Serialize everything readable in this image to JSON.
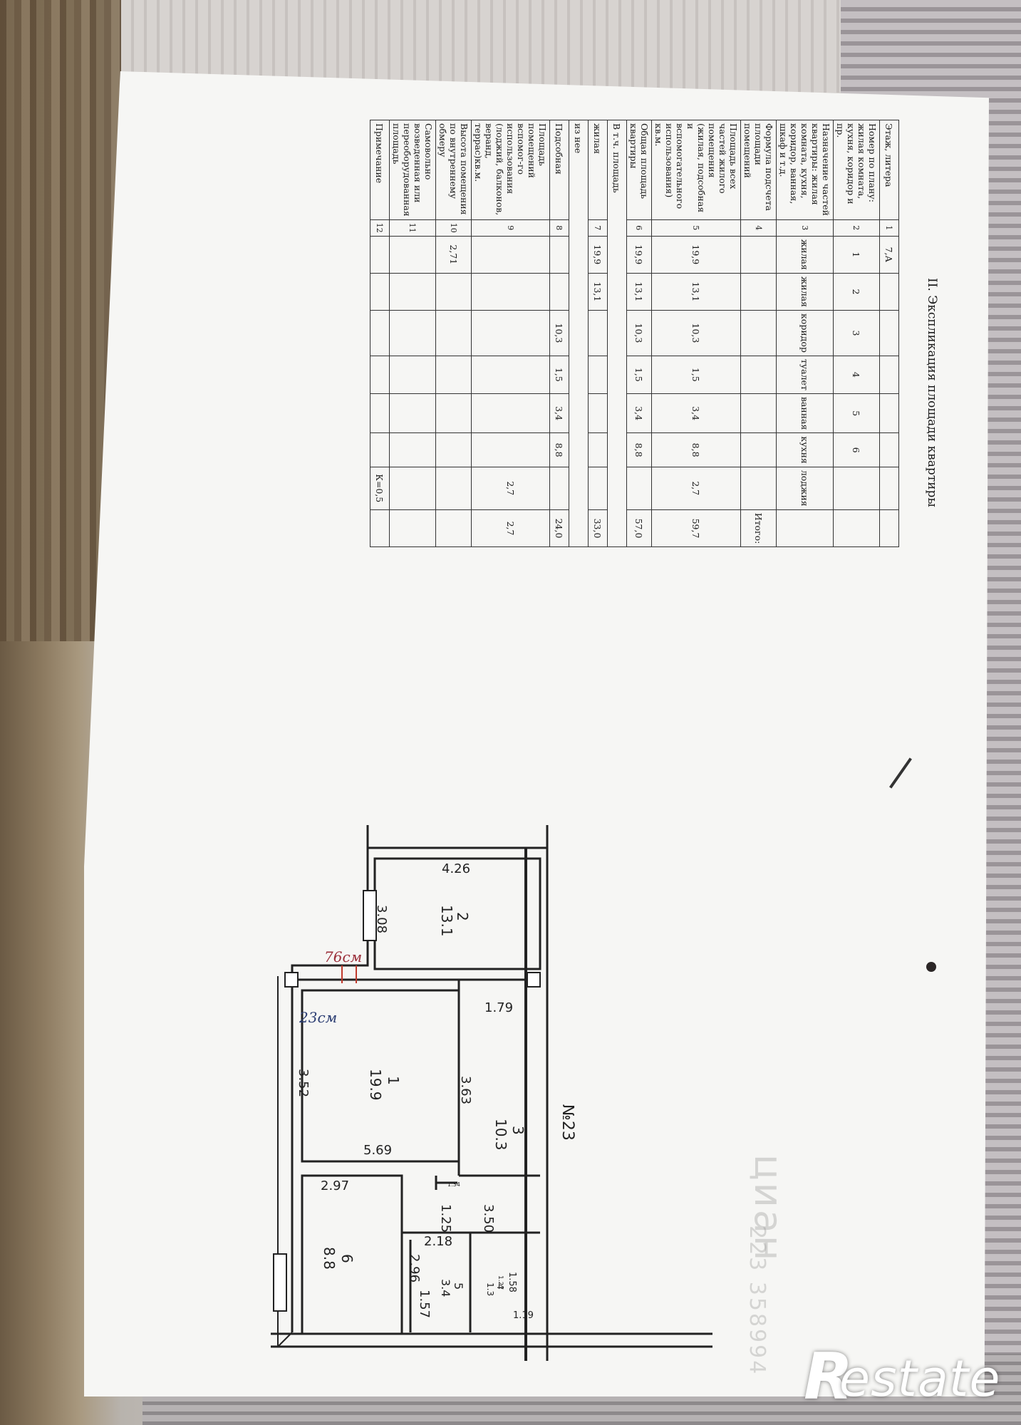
{
  "document": {
    "title": "II. Экспликация площади квартиры",
    "columns": [
      {
        "num": "1",
        "label": "Этаж, литера"
      },
      {
        "num": "2",
        "label": "Номер по плану: жилая комната, кухня, коридор и пр."
      },
      {
        "num": "3",
        "label": "Назначение частей квартиры: жилая комната, кухня, коридор, ванная, шкаф и т.д."
      },
      {
        "num": "4",
        "label": "Формула подсчета площади помещений"
      },
      {
        "num": "5",
        "label": "Площадь всех частей жилого помещения (жилая, подсобная и вспомогательного использования) кв.м."
      },
      {
        "num": "6",
        "label": "Общая площадь квартиры"
      },
      {
        "num": "7",
        "label": "жилая"
      },
      {
        "num": "8",
        "label": "Подсобная"
      },
      {
        "num": "9",
        "label": "Площадь помещений вспомог-го использования (лоджий, балконов, веранд, террас)кв.м."
      },
      {
        "num": "10",
        "label": "Высота помещения по внутреннему обмеру"
      },
      {
        "num": "11",
        "label": "Самовольно возведенная или переоборудованная площадь"
      },
      {
        "num": "12",
        "label": "Примечание"
      }
    ],
    "group_header": "В т.ч. площадь",
    "group_sub": "из нее",
    "floor": "7,А",
    "rows": [
      {
        "no": "1",
        "type": "жилая",
        "c5": "19,9",
        "c6": "19,9",
        "c7": "19,9",
        "c8": "",
        "c9": "",
        "c10": "2,71",
        "c12": ""
      },
      {
        "no": "2",
        "type": "жилая",
        "c5": "13,1",
        "c6": "13,1",
        "c7": "13,1",
        "c8": "",
        "c9": "",
        "c10": "",
        "c12": ""
      },
      {
        "no": "3",
        "type": "коридор",
        "c5": "10,3",
        "c6": "10,3",
        "c7": "",
        "c8": "10,3",
        "c9": "",
        "c10": "",
        "c12": ""
      },
      {
        "no": "4",
        "type": "туалет",
        "c5": "1,5",
        "c6": "1,5",
        "c7": "",
        "c8": "1,5",
        "c9": "",
        "c10": "",
        "c12": ""
      },
      {
        "no": "5",
        "type": "ванная",
        "c5": "3,4",
        "c6": "3,4",
        "c7": "",
        "c8": "3,4",
        "c9": "",
        "c10": "",
        "c12": ""
      },
      {
        "no": "6",
        "type": "кухня",
        "c5": "8,8",
        "c6": "8,8",
        "c7": "",
        "c8": "8,8",
        "c9": "",
        "c10": "",
        "c12": ""
      },
      {
        "no": "",
        "type": "лоджия",
        "c5": "2,7",
        "c6": "",
        "c7": "",
        "c8": "",
        "c9": "2,7",
        "c10": "",
        "c12": "К=0,5"
      }
    ],
    "total": {
      "label": "Итого:",
      "c5": "59,7",
      "c6": "57,0",
      "c7": "33,0",
      "c8": "24,0",
      "c9": "2,7"
    }
  },
  "plan": {
    "dims": {
      "d426": "4.26",
      "d308": "3.08",
      "d179": "1.79",
      "d352": "3.52",
      "d363": "3.63",
      "d569": "5.69",
      "d297": "2.97",
      "d125": "1.25",
      "d350": "3.50",
      "d296": "2.96",
      "d218": "2.18",
      "d157": "1.57",
      "d158": "1.58",
      "d119": "1.19",
      "d134": "1.34",
      "d13": "1.3",
      "d127": "1.27"
    },
    "rooms": [
      {
        "no": "2",
        "area": "13.1"
      },
      {
        "no": "1",
        "area": "19.9"
      },
      {
        "no": "3",
        "area": "10.3"
      },
      {
        "no": "6",
        "area": "8.8"
      },
      {
        "no": "5",
        "area": "3.4"
      },
      {
        "no": "4",
        "area": "1.3"
      }
    ],
    "apt_no": "№23",
    "handwritten": {
      "a": "76см",
      "b": "23см"
    }
  },
  "watermark": "циан",
  "watermark_phone": "223 358994",
  "logo": {
    "text": "estate",
    "letter": "R"
  }
}
